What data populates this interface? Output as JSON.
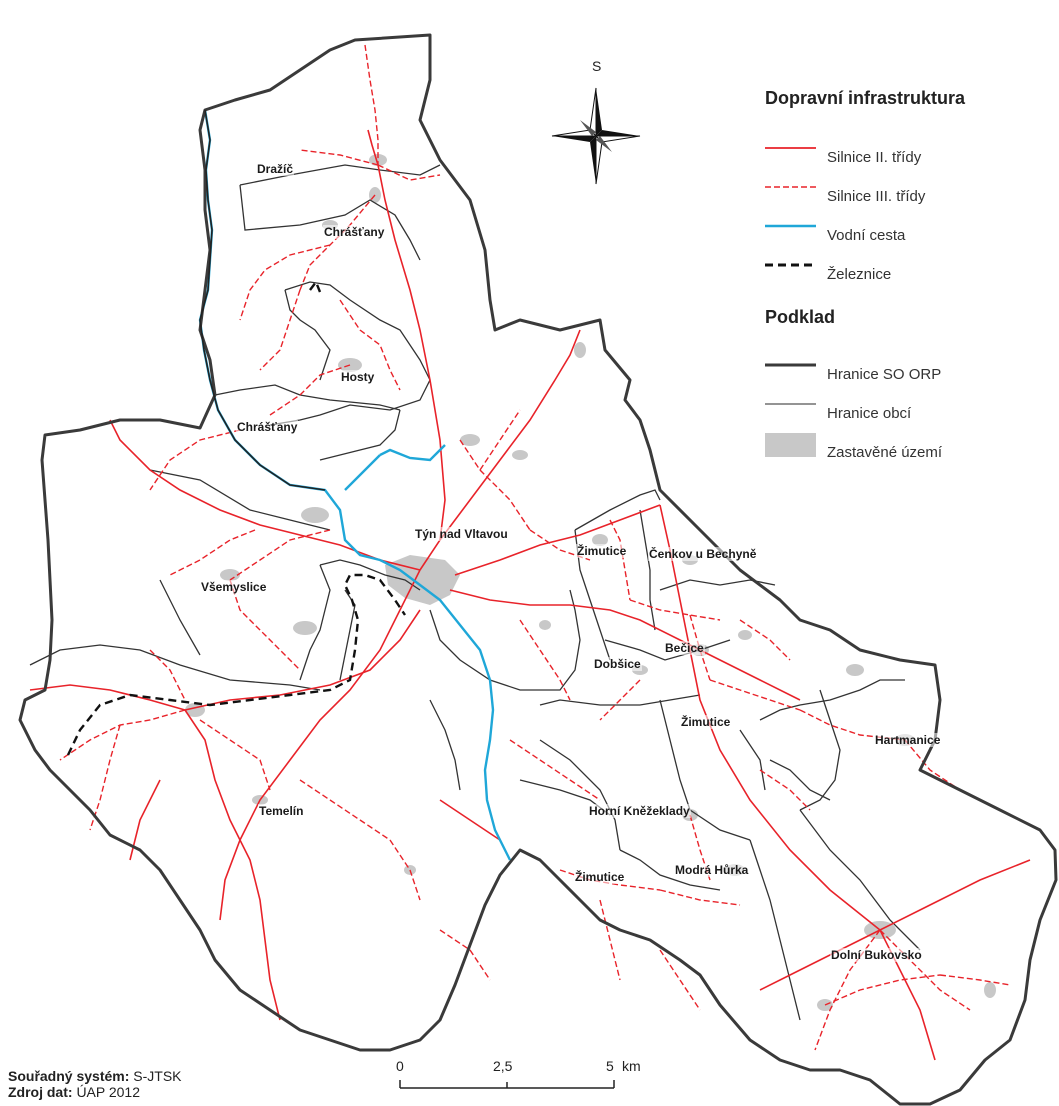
{
  "compass": {
    "letter": "S"
  },
  "legend": {
    "title_transport": "Dopravní infrastruktura",
    "items_transport": [
      "Silnice II. třídy",
      "Silnice III. třídy",
      "Vodní cesta",
      "Železnice"
    ],
    "title_base": "Podklad",
    "items_base": [
      "Hranice SO ORP",
      "Hranice obcí",
      "Zastavěné území"
    ]
  },
  "places": {
    "drazic": "Dražíč",
    "chrastany1": "Chrášťany",
    "hosty": "Hosty",
    "chrastany2": "Chrášťany",
    "tyn": "Týn nad Vltavou",
    "zimutice1": "Žimutice",
    "cenkov": "Čenkov u Bechyně",
    "vsemyslice": "Všemyslice",
    "becice": "Bečice",
    "dobsice": "Dobšice",
    "zimutice2": "Žimutice",
    "hartmanice": "Hartmanice",
    "temelin": "Temelín",
    "hornikne": "Horní Kněžeklady",
    "zimutice3": "Žimutice",
    "modra": "Modrá Hůrka",
    "dolni": "Dolní Bukovsko"
  },
  "scale": {
    "t0": "0",
    "t1": "2,5",
    "t2": "5",
    "unit": "km"
  },
  "credits": {
    "coord_label": "Souřadný systém:",
    "coord_value": "S-JTSK",
    "source_label": "Zdroj dat:",
    "source_value": "ÚAP 2012"
  },
  "colors": {
    "road2": "#e8232a",
    "road3": "#e8232a",
    "water": "#1fa7d8",
    "rail": "#111111",
    "boundary": "#3a3a3a",
    "builtup": "#c8c8c8"
  }
}
